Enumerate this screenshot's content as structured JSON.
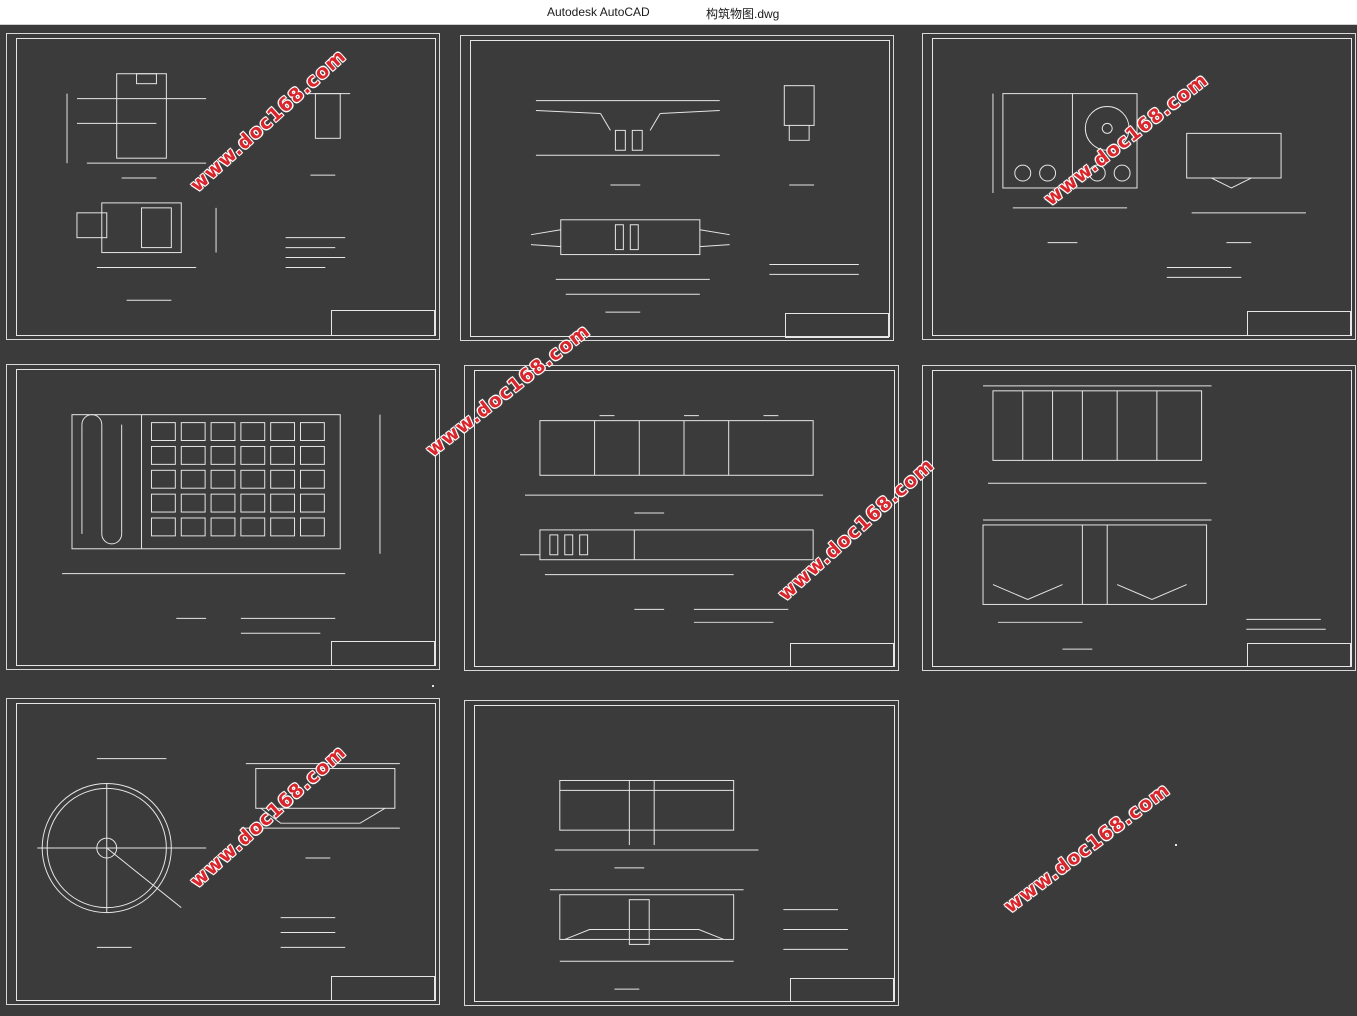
{
  "window": {
    "app_name": "Autodesk AutoCAD",
    "file_name": "构筑物图.dwg"
  },
  "watermark": {
    "text": "www.doc168.com",
    "color": "#d9262c"
  },
  "colors": {
    "model_background": "#3b3b3b",
    "linework": "#e6e6e6",
    "titlebar": "#ffffff"
  },
  "sheets_count": 8
}
